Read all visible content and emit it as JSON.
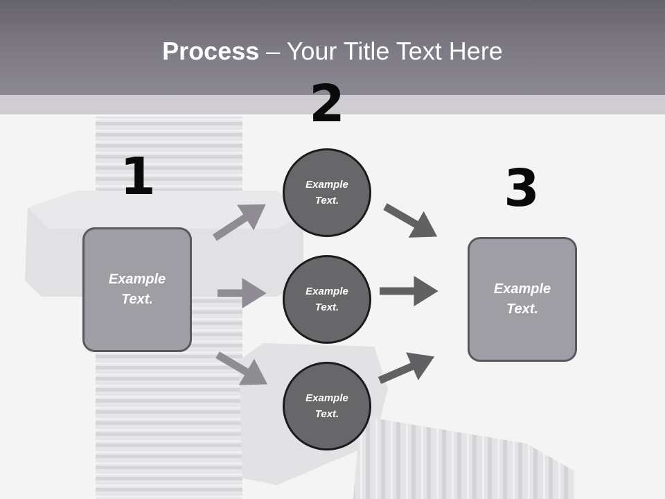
{
  "slide": {
    "title_bold": "Process",
    "title_rest": " – Your Title Text Here"
  },
  "steps": {
    "one": {
      "number": "1",
      "text": "Example Text."
    },
    "two": {
      "number": "2",
      "circles": [
        "Example Text.",
        "Example Text.",
        "Example Text."
      ]
    },
    "three": {
      "number": "3",
      "text": "Example Text."
    }
  },
  "colors": {
    "header": "#7e7b85",
    "box_fill": "#a09ea5",
    "circle_fill": "#676669",
    "arrow_left": "#8f8d93",
    "arrow_right": "#616063"
  },
  "background_image": "bolts-and-nuts-photo"
}
